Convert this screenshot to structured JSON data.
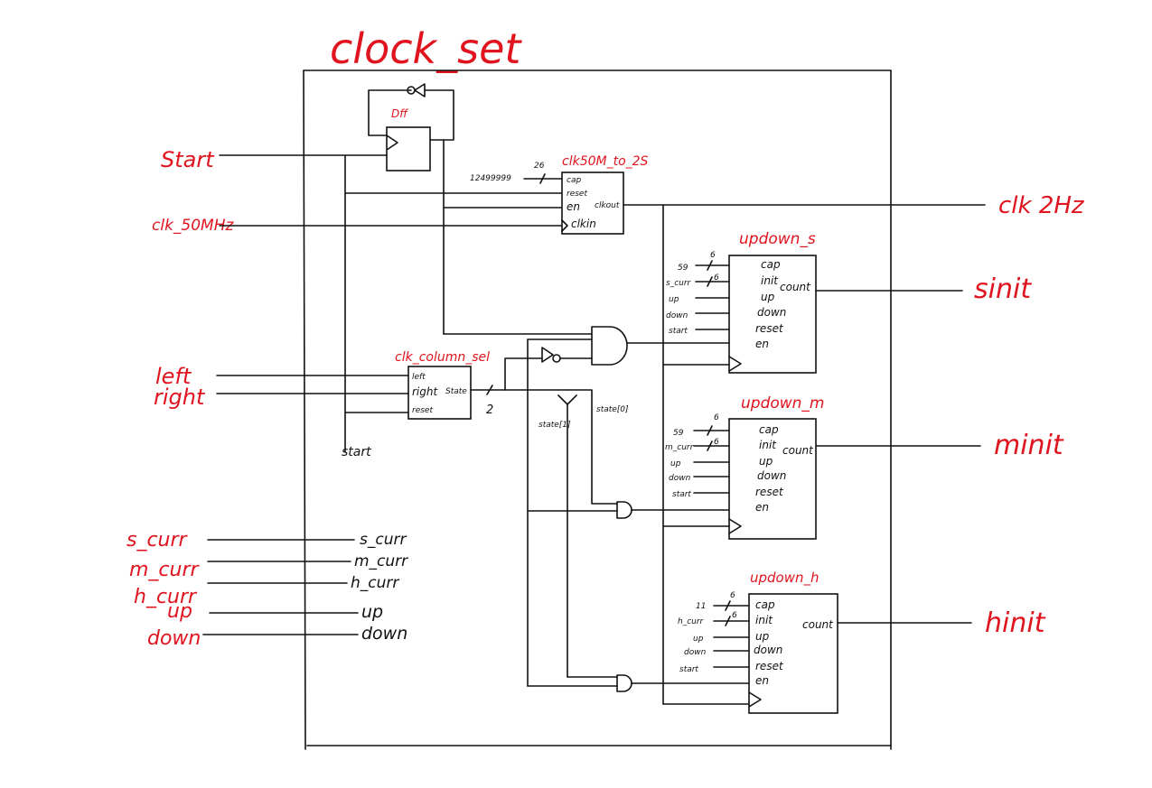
{
  "title": "clock_set",
  "blocks": {
    "dff": {
      "name": "Dff"
    },
    "divider": {
      "name": "clk50M_to_2S",
      "cap_value": "12499999",
      "bus_width": "26",
      "ports": {
        "cap": "cap",
        "reset": "reset",
        "en": "en",
        "clkin": "clkin",
        "clkout": "clkout"
      }
    },
    "column_sel": {
      "name": "clk_column_sel",
      "ports": {
        "left": "left",
        "right": "right",
        "reset": "reset",
        "state": "State"
      },
      "bus_width": "2"
    },
    "updown_s": {
      "name": "updown_s",
      "cap_value": "59",
      "init_value": "s_curr",
      "bus_width": "6",
      "ports": {
        "cap": "cap",
        "init": "init",
        "up": "up",
        "down": "down",
        "reset": "reset",
        "en": "en",
        "count": "count"
      },
      "in_labels": {
        "up": "up",
        "down": "down",
        "reset": "start"
      }
    },
    "updown_m": {
      "name": "updown_m",
      "cap_value": "59",
      "init_value": "m_curr",
      "bus_width": "6",
      "ports": {
        "cap": "cap",
        "init": "init",
        "up": "up",
        "down": "down",
        "reset": "reset",
        "en": "en",
        "count": "count"
      },
      "in_labels": {
        "up": "up",
        "down": "down",
        "reset": "start"
      }
    },
    "updown_h": {
      "name": "updown_h",
      "cap_value": "11",
      "init_value": "h_curr",
      "bus_width": "6",
      "ports": {
        "cap": "cap",
        "init": "init",
        "up": "up",
        "down": "down",
        "reset": "reset",
        "en": "en",
        "count": "count"
      },
      "in_labels": {
        "up": "up",
        "down": "down",
        "reset": "start"
      }
    }
  },
  "inputs": {
    "start": "Start",
    "clk": "clk_50MHz",
    "left": "left",
    "right": "right",
    "s_curr": "s_curr",
    "m_curr": "m_curr",
    "h_curr": "h_curr",
    "up": "up",
    "down": "down"
  },
  "internal": {
    "start": "start",
    "s_curr": "s_curr",
    "m_curr": "m_curr",
    "h_curr": "h_curr",
    "up": "up",
    "down": "down",
    "state0": "state[0]",
    "state1": "state[1]"
  },
  "outputs": {
    "clk2hz": "clk 2Hz",
    "sinit": "sinit",
    "minit": "minit",
    "hinit": "hinit"
  }
}
